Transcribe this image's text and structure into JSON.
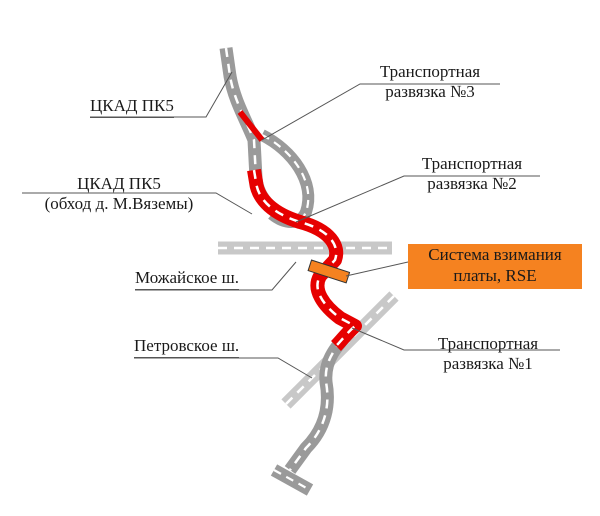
{
  "labels": {
    "ckad_pk5": "ЦКАД ПК5",
    "interchange3": [
      "Транспортная",
      "развязка  №3"
    ],
    "interchange2": [
      "Транспортная",
      "развязка  №2"
    ],
    "ckad_bypass": [
      "ЦКАД ПК5",
      "(обход д. М.Вяземы)"
    ],
    "mozhaiskoe": "Можайское ш.",
    "petrovskoe": "Петровское ш.",
    "interchange1": [
      "Транспортная",
      "развязка  №1"
    ],
    "toll_system": [
      "Система взимания",
      "платы, RSE"
    ]
  },
  "colors": {
    "road_main": "#9a9a9a",
    "road_secondary": "#c8c8c8",
    "highlight": "#e60000",
    "dash": "#ffffff",
    "toll_box": "#f58220",
    "leader": "#555555"
  }
}
